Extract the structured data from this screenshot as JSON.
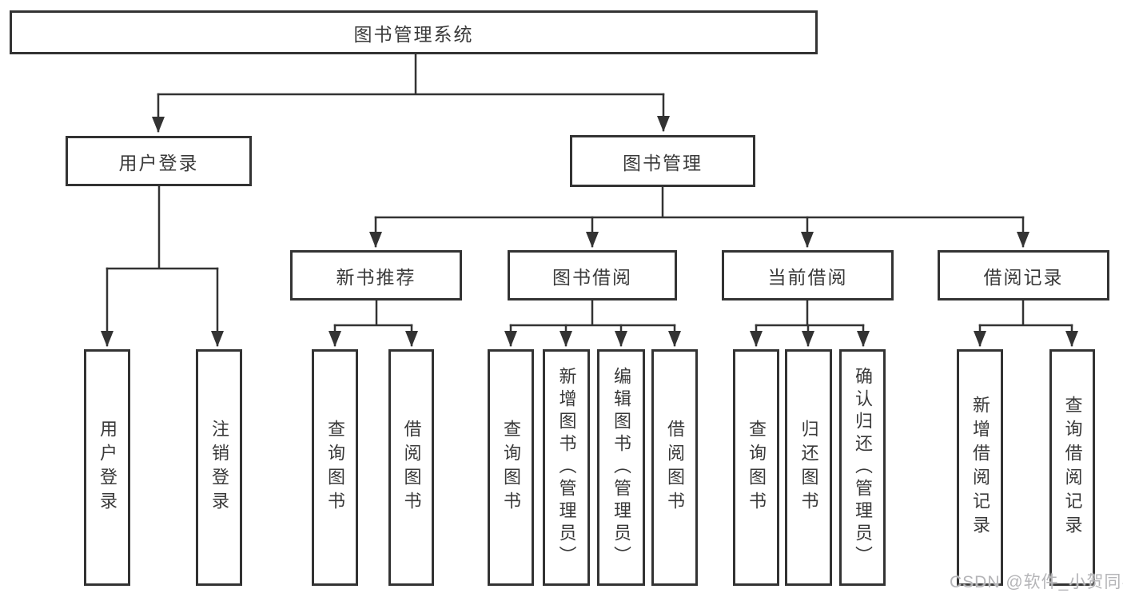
{
  "tree": {
    "label": "图书管理系统",
    "children": [
      {
        "label": "用户登录",
        "children": [
          {
            "label": "用户登录"
          },
          {
            "label": "注销登录"
          }
        ]
      },
      {
        "label": "图书管理",
        "children": [
          {
            "label": "新书推荐",
            "children": [
              {
                "label": "查询图书"
              },
              {
                "label": "借阅图书"
              }
            ]
          },
          {
            "label": "图书借阅",
            "children": [
              {
                "label": "查询图书"
              },
              {
                "label": "新增图书（管理员）"
              },
              {
                "label": "编辑图书（管理员）"
              },
              {
                "label": "借阅图书"
              }
            ]
          },
          {
            "label": "当前借阅",
            "children": [
              {
                "label": "查询图书"
              },
              {
                "label": "归还图书"
              },
              {
                "label": "确认归还（管理员）"
              }
            ]
          },
          {
            "label": "借阅记录",
            "children": [
              {
                "label": "新增借阅记录"
              },
              {
                "label": "查询借阅记录"
              }
            ]
          }
        ]
      }
    ]
  },
  "watermark": {
    "text": "CSDN @软件_小贺同学"
  },
  "colors": {
    "line": "#333333",
    "box_border": "#333333",
    "text": "#3a3a3a",
    "watermark": "#b5b5b8",
    "background": "#ffffff"
  }
}
